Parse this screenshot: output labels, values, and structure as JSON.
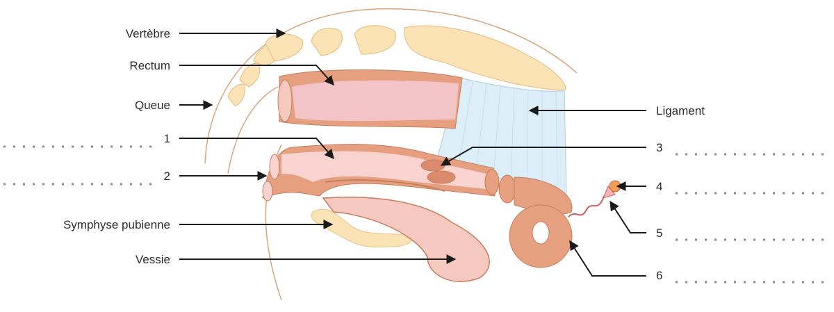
{
  "labels": {
    "vertebre": "Vertèbre",
    "rectum": "Rectum",
    "queue": "Queue",
    "n1": "1",
    "n2": "2",
    "symphyse": "Symphyse pubienne",
    "vessie": "Vessie",
    "ligament": "Ligament",
    "n3": "3",
    "n4": "4",
    "n5": "5",
    "n6": "6"
  },
  "colors": {
    "bone": "#fbe3b5",
    "tissue": "#f6c9c0",
    "muscle": "#e7a07f",
    "ligament": "#dceef8",
    "outline": "#d9a57c"
  }
}
